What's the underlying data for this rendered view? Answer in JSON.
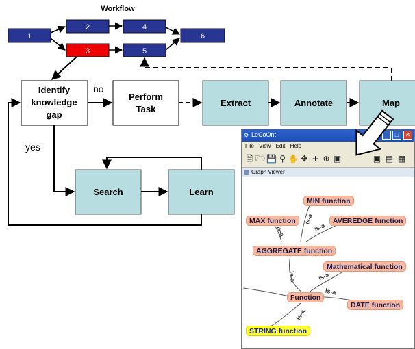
{
  "workflow": {
    "title": "Workflow",
    "nodes": [
      "1",
      "2",
      "3",
      "4",
      "5",
      "6"
    ]
  },
  "process": {
    "identify": [
      "Identify",
      "knowledge",
      "gap"
    ],
    "perform": [
      "Perform",
      "Task"
    ],
    "extract": "Extract",
    "annotate": "Annotate",
    "map": "Map",
    "search": "Search",
    "learn": "Learn",
    "no_label": "no",
    "yes_label": "yes"
  },
  "window": {
    "title": "LeCoOnt",
    "menu": [
      "File",
      "View",
      "Edit",
      "Help"
    ],
    "panel_title": "Graph Viewer",
    "nodes": {
      "min": "MIN function",
      "max": "MAX function",
      "averedge": "AVEREDGE function",
      "aggregate": "AGGREGATE function",
      "mathematical": "Mathematical function",
      "function": "Function",
      "date": "DATE function",
      "string": "STRING function"
    },
    "edge_label": "is-a"
  },
  "colors": {
    "workflow_node": "#283593",
    "workflow_highlight": "#ee0000",
    "teal_box": "#b8dde0",
    "graph_node": "#f6b9a0",
    "graph_highlight": "#ffff33"
  }
}
